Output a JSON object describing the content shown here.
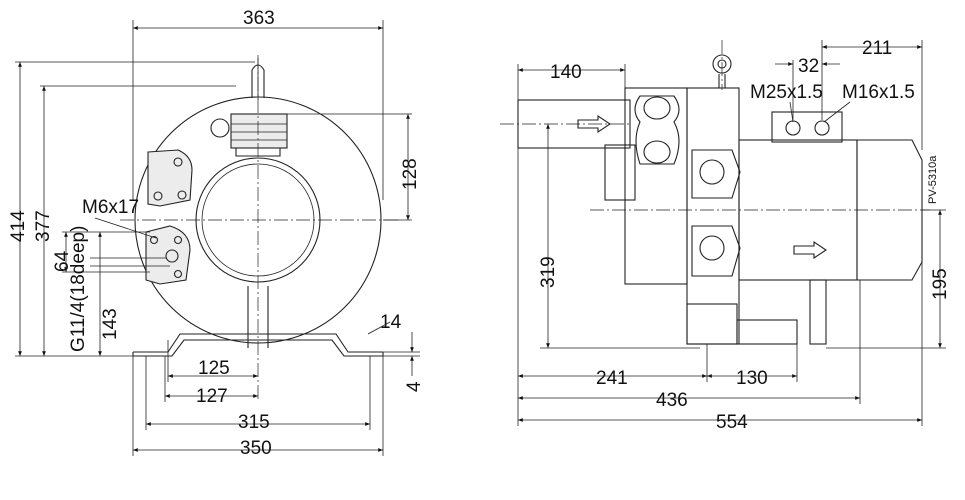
{
  "drawing": {
    "reference": "PV-5310a",
    "front_view": {
      "dims": {
        "overall_width": "363",
        "height_414": "414",
        "height_377": "377",
        "dim_64": "64",
        "dim_143": "143",
        "dim_128": "128",
        "dim_14": "14",
        "dim_4": "4",
        "dim_125": "125",
        "dim_127": "127",
        "dim_315": "315",
        "dim_350": "350"
      },
      "callouts": {
        "bolt": "M6x17",
        "port": "G11/4(18deep)"
      }
    },
    "side_view": {
      "dims": {
        "dim_140": "140",
        "dim_211": "211",
        "dim_32": "32",
        "dim_319": "319",
        "dim_195": "195",
        "dim_241": "241",
        "dim_130": "130",
        "dim_436": "436",
        "dim_554": "554"
      },
      "callouts": {
        "thread_a": "M25x1.5",
        "thread_b": "M16x1.5"
      }
    }
  }
}
